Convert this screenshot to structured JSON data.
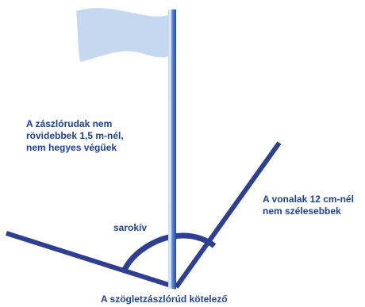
{
  "labels": {
    "poles": [
      "A zászlórudak nem",
      "rövidebbek 1,5 m-nél,",
      "nem hegyes végűek"
    ],
    "lines": [
      "A vonalak 12 cm-nél",
      "nem szélesebbek"
    ],
    "arc": "sarokív",
    "mandatory": "A szögletzászlórúd kötelező"
  },
  "colors": {
    "line": "#2e3f92",
    "flag": "#c6d8f0",
    "pole_light": "#d3e3f6",
    "pole_dark": "#1f46b3",
    "text": "#1e3f9c"
  }
}
